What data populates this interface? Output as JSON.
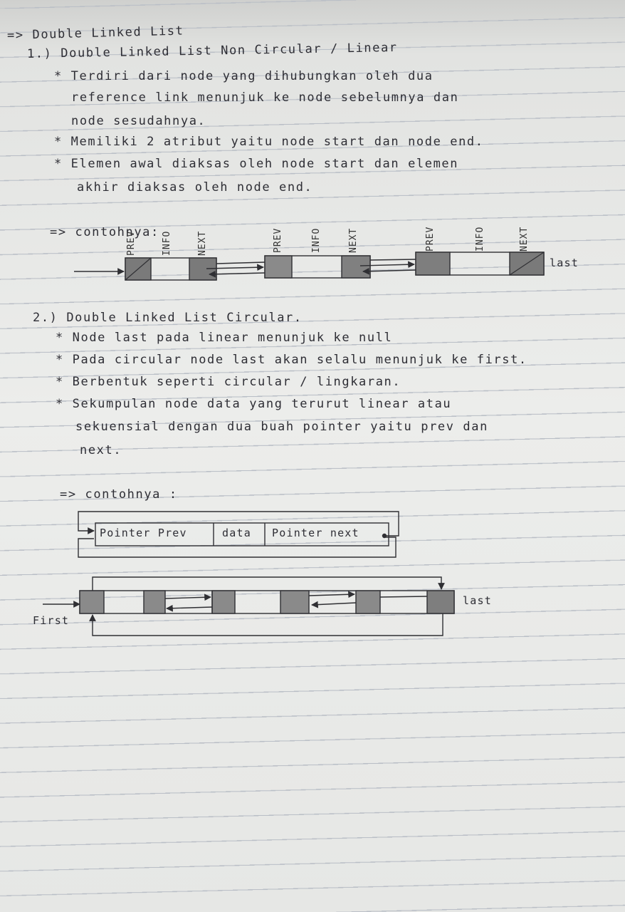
{
  "notes": {
    "heading": "=> Double Linked List",
    "section1": {
      "title": "1.) Double Linked List Non Circular / Linear",
      "bullet1_line1": "* Terdiri dari node yang dihubungkan oleh dua",
      "bullet1_line2": "reference link menunjuk ke node sebelumnya dan",
      "bullet1_line3": "node sesudahnya.",
      "bullet2": "* Memiliki 2 atribut yaitu node start dan node end.",
      "bullet3_line1": "* Elemen awal diaksas oleh node start dan elemen",
      "bullet3_line2": "akhir diaksas oleh node end.",
      "example_label": "=> contohnya:",
      "diagram": {
        "col_prev": "PREV",
        "col_info": "INFO",
        "col_next": "NEXT",
        "last_label": "last"
      }
    },
    "section2": {
      "title": "2.) Double Linked List Circular.",
      "bullet1": "* Node last pada linear menunjuk ke null",
      "bullet2": "* Pada circular node last akan selalu menunjuk ke first.",
      "bullet3": "* Berbentuk seperti circular / lingkaran.",
      "bullet4_line1": "* Sekumpulan node data yang terurut linear atau",
      "bullet4_line2": "sekuensial dengan dua buah pointer yaitu prev dan",
      "bullet4_line3": "next.",
      "example_label": "=> contohnya :",
      "node_struct": {
        "prev": "Pointer Prev",
        "data": "data",
        "next": "Pointer next"
      },
      "first_label": "First",
      "last_label": "last"
    }
  }
}
